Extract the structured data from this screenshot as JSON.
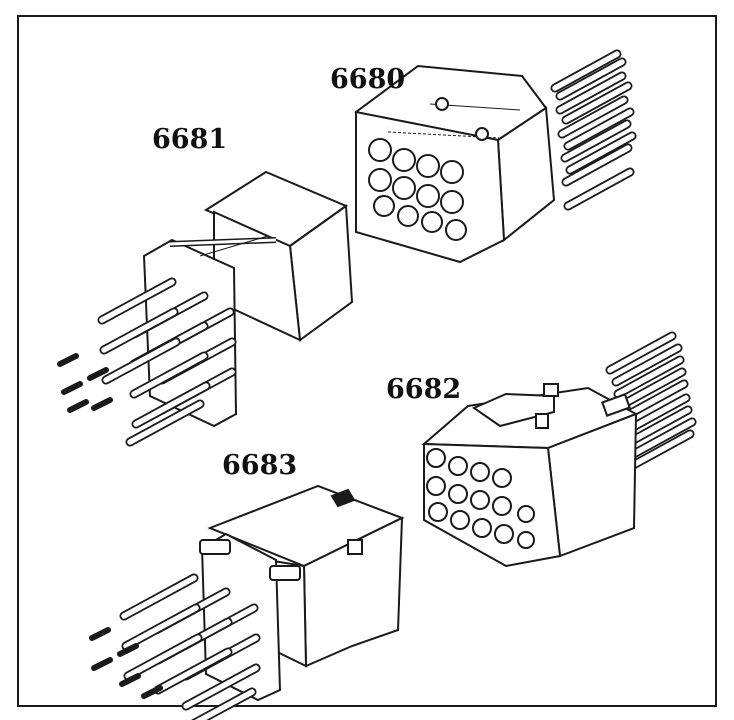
{
  "labels": {
    "c6680": "6680",
    "c6681": "6681",
    "c6682": "6682",
    "c6683": "6683"
  },
  "colors": {
    "ink": "#1a1a1a",
    "body": "#ffffff",
    "background": "#ffffff"
  }
}
